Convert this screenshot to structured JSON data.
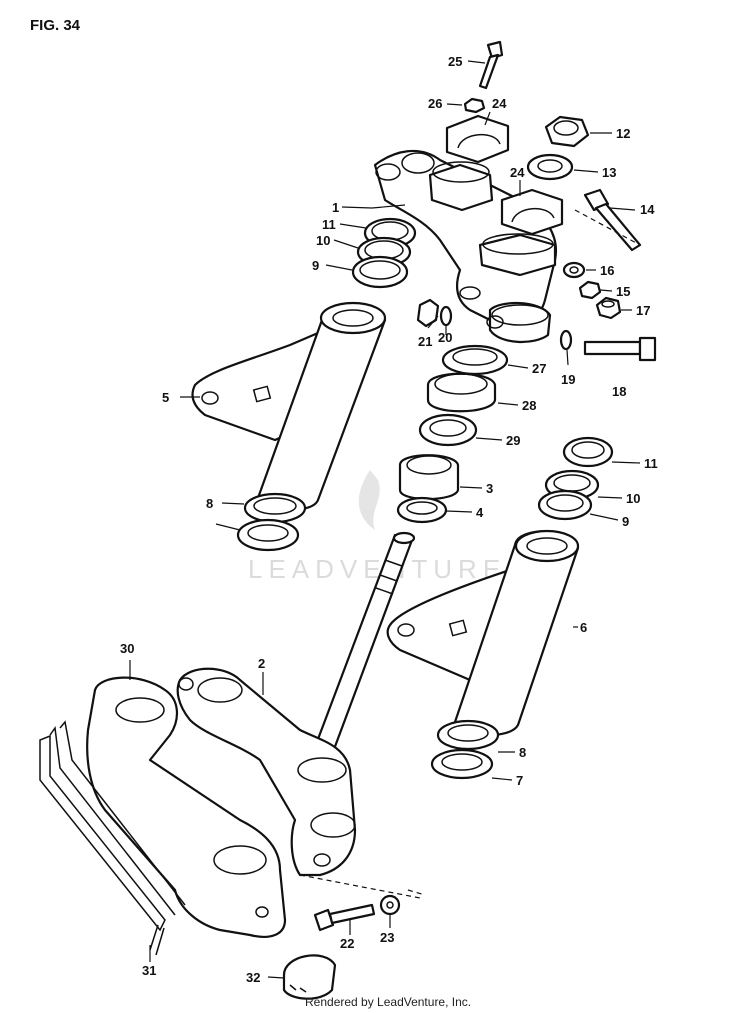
{
  "figure_title": "FIG. 34",
  "watermark": "LEADVENTURE",
  "credit": "Rendered by LeadVenture, Inc.",
  "callouts": [
    "1",
    "2",
    "3",
    "4",
    "5",
    "6",
    "7",
    "8",
    "9",
    "10",
    "11",
    "12",
    "13",
    "14",
    "15",
    "16",
    "17",
    "18",
    "19",
    "20",
    "21",
    "22",
    "23",
    "24",
    "25",
    "26",
    "27",
    "28",
    "29",
    "30",
    "31",
    "32"
  ]
}
